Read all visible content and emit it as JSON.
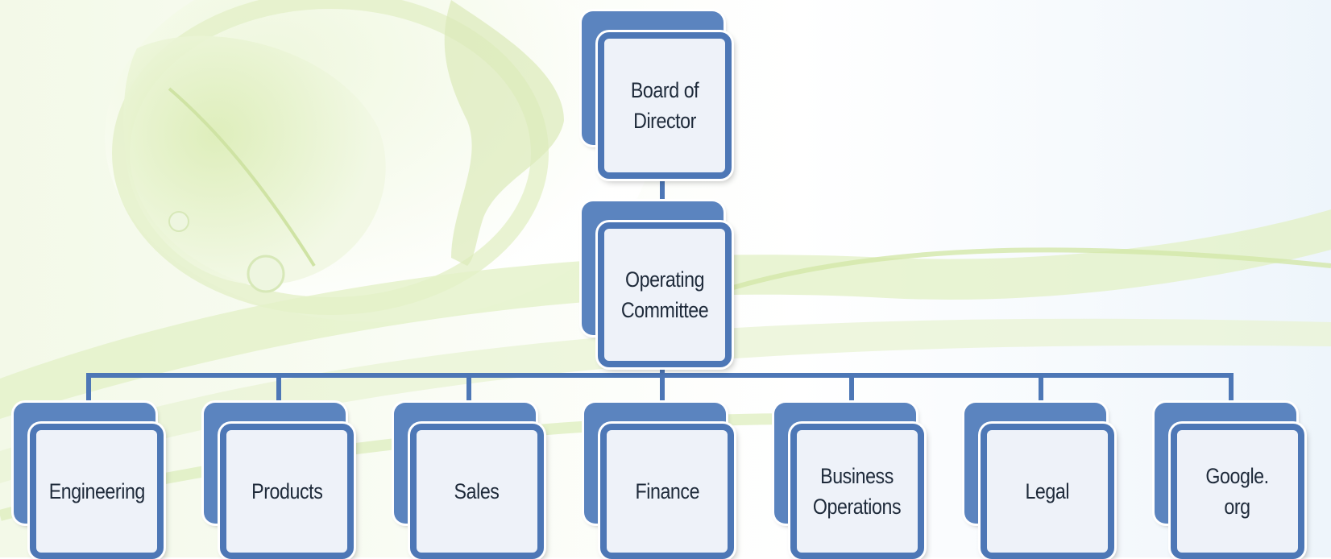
{
  "diagram": {
    "type": "org-chart",
    "colors": {
      "box_border": "#4d77b6",
      "box_back": "#5b84bf",
      "box_fill": "#eef2f9",
      "connector": "#4d77b6",
      "background_green": "#d9ecb4"
    },
    "root": {
      "label": "Board of\nDirector"
    },
    "second": {
      "label": "Operating\nCommittee"
    },
    "departments": [
      {
        "label": "Engineering"
      },
      {
        "label": "Products"
      },
      {
        "label": "Sales"
      },
      {
        "label": "Finance"
      },
      {
        "label": "Business\nOperations"
      },
      {
        "label": "Legal"
      },
      {
        "label": "Google.\norg"
      }
    ]
  }
}
